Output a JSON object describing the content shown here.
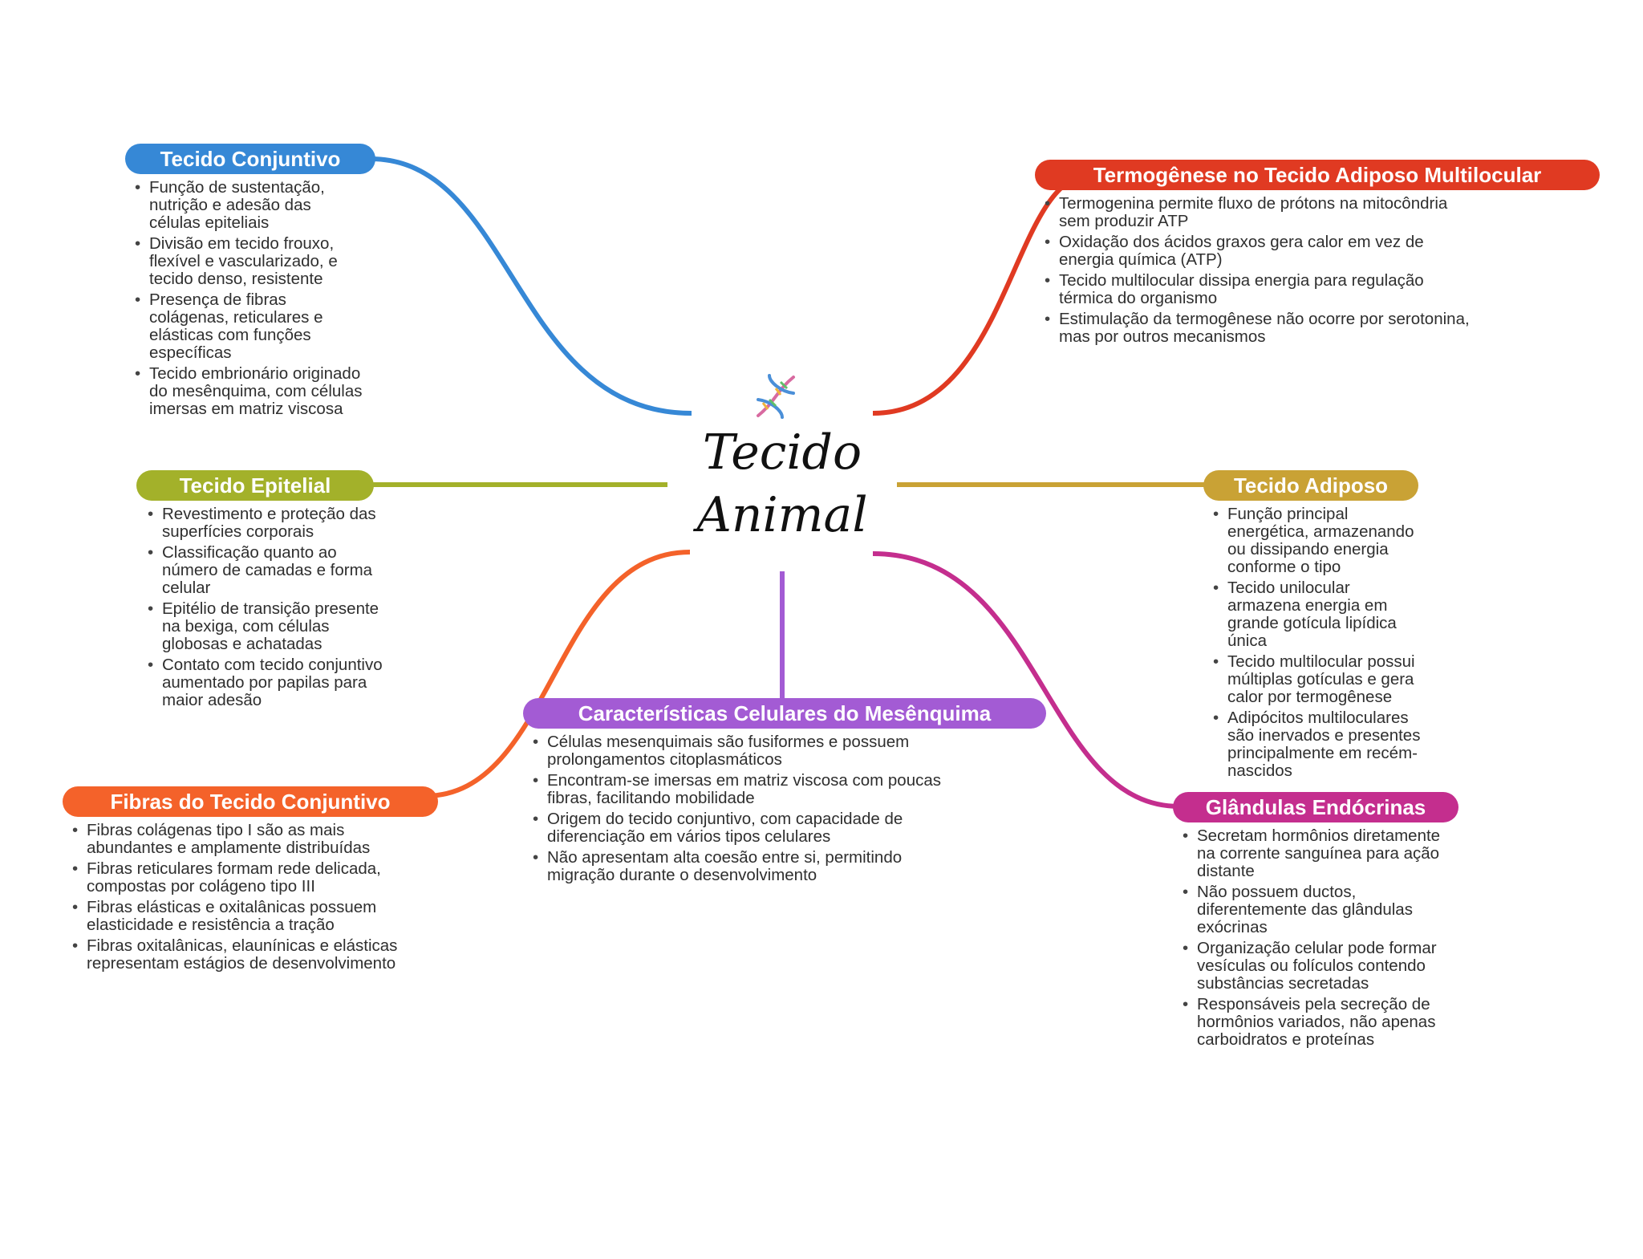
{
  "center": {
    "title_line1": "Tecido",
    "title_line2": "Animal",
    "icon": "dna-icon"
  },
  "colors": {
    "tecido_conjuntivo": "#3688d6",
    "tecido_epitelial": "#a3b12a",
    "fibras": "#f4622a",
    "mesenquima": "#a35bd4",
    "termogenese": "#e03a22",
    "adiposo": "#c9a235",
    "glandulas": "#c42e8e"
  },
  "branches": {
    "tecido_conjuntivo": {
      "title": "Tecido Conjuntivo",
      "items": [
        "Função de sustentação, nutrição e adesão das células epiteliais",
        "Divisão em tecido frouxo, flexível e vascularizado, e tecido denso, resistente",
        "Presença de fibras colágenas, reticulares e elásticas com funções específicas",
        "Tecido embrionário originado do mesênquima, com células imersas em matriz viscosa"
      ]
    },
    "tecido_epitelial": {
      "title": "Tecido Epitelial",
      "items": [
        "Revestimento e proteção das superfícies corporais",
        "Classificação quanto ao número de camadas e forma celular",
        "Epitélio de transição presente na bexiga, com células globosas e achatadas",
        "Contato com tecido conjuntivo aumentado por papilas para maior adesão"
      ]
    },
    "fibras": {
      "title": "Fibras do Tecido Conjuntivo",
      "items": [
        "Fibras colágenas tipo I são as mais abundantes e amplamente distribuídas",
        "Fibras reticulares formam rede delicada, compostas por colágeno tipo III",
        "Fibras elásticas e oxitalânicas possuem elasticidade e resistência a tração",
        "Fibras oxitalânicas, elaunínicas e elásticas representam estágios de desenvolvimento"
      ]
    },
    "mesenquima": {
      "title": "Características Celulares do Mesênquima",
      "items": [
        "Células mesenquimais são fusiformes e possuem prolongamentos citoplasmáticos",
        "Encontram-se imersas em matriz viscosa com poucas fibras, facilitando mobilidade",
        "Origem do tecido conjuntivo, com capacidade de diferenciação em vários tipos celulares",
        "Não apresentam alta coesão entre si, permitindo migração durante o desenvolvimento"
      ]
    },
    "termogenese": {
      "title": "Termogênese no Tecido Adiposo Multilocular",
      "items": [
        "Termogenina permite fluxo de prótons na mitocôndria sem produzir ATP",
        "Oxidação dos ácidos graxos gera calor em vez de energia química (ATP)",
        "Tecido multilocular dissipa energia para regulação térmica do organismo",
        "Estimulação da termogênese não ocorre por serotonina, mas por outros mecanismos"
      ]
    },
    "adiposo": {
      "title": "Tecido Adiposo",
      "items": [
        "Função principal energética, armazenando ou dissipando energia conforme o tipo",
        "Tecido unilocular armazena energia em grande gotícula lipídica única",
        "Tecido multilocular possui múltiplas gotículas e gera calor por termogênese",
        "Adipócitos multiloculares são inervados e presentes principalmente em recém-nascidos"
      ]
    },
    "glandulas": {
      "title": "Glândulas Endócrinas",
      "items": [
        "Secretam hormônios diretamente na corrente sanguínea para ação distante",
        "Não possuem ductos, diferentemente das glândulas exócrinas",
        "Organização celular pode formar vesículas ou folículos contendo substâncias secretadas",
        "Responsáveis pela secreção de hormônios variados, não apenas carboidratos e proteínas"
      ]
    }
  }
}
